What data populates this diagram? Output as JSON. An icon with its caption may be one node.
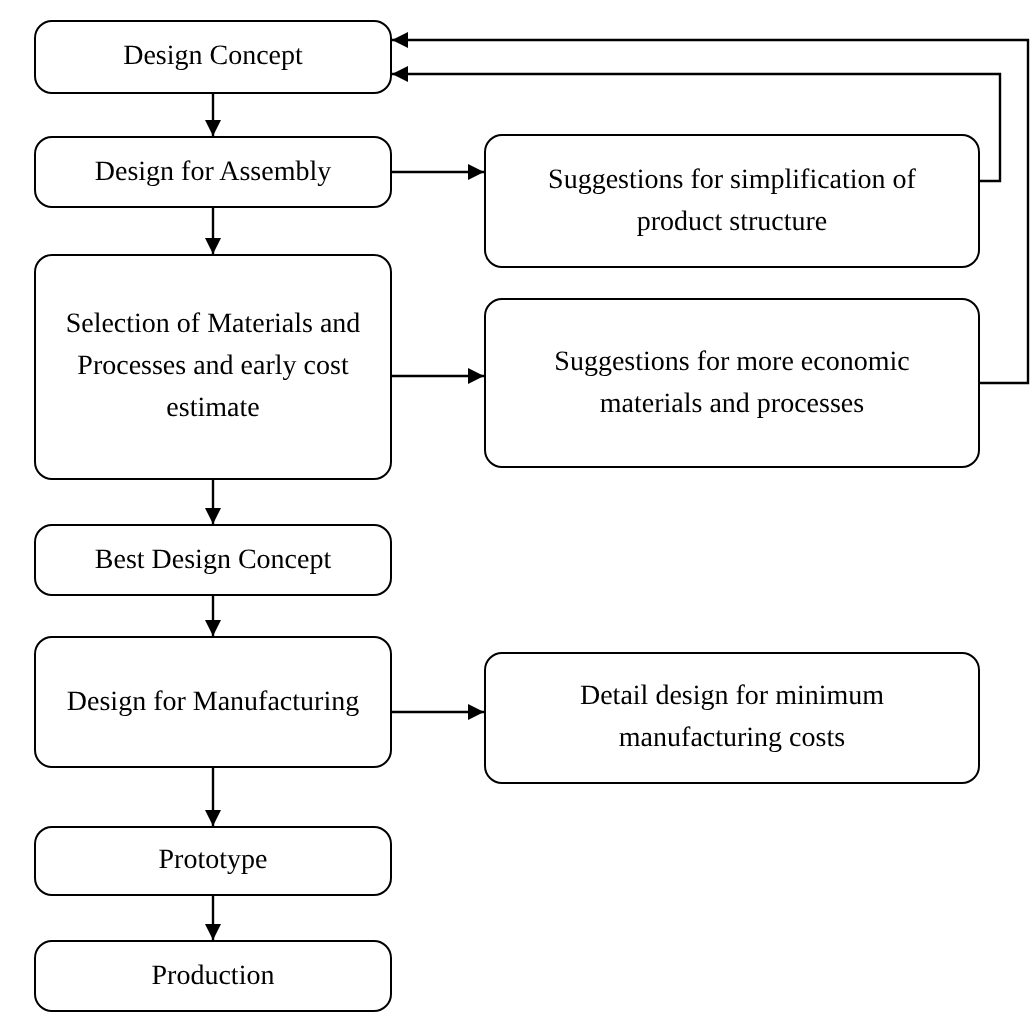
{
  "diagram": {
    "nodes": [
      {
        "text": [
          "Design Concept"
        ]
      },
      {
        "text": [
          "Design for Assembly"
        ]
      },
      {
        "text": [
          "Suggestions for simplification of product structure"
        ]
      },
      {
        "text": [
          "Selection of Materials and Processes and early cost estimate"
        ]
      },
      {
        "text": [
          "Suggestions for more economic materials and processes"
        ]
      },
      {
        "text": [
          "Best Design Concept"
        ]
      },
      {
        "text": [
          "Design for Manufacturing"
        ]
      },
      {
        "text": [
          "Detail design for minimum manufacturing costs"
        ]
      },
      {
        "text": [
          "Prototype"
        ]
      },
      {
        "text": [
          "Production"
        ]
      }
    ],
    "edges": [
      {
        "from": 0,
        "to": 1,
        "arrow": "to"
      },
      {
        "from": 1,
        "to": 2,
        "arrow": "to"
      },
      {
        "from": 1,
        "to": 3,
        "arrow": "to"
      },
      {
        "from": 3,
        "to": 4,
        "arrow": "to"
      },
      {
        "from": 3,
        "to": 5,
        "arrow": "to"
      },
      {
        "from": 5,
        "to": 6,
        "arrow": "to"
      },
      {
        "from": 6,
        "to": 7,
        "arrow": "to"
      },
      {
        "from": 6,
        "to": 8,
        "arrow": "to"
      },
      {
        "from": 8,
        "to": 9,
        "arrow": "to"
      },
      {
        "from": 2,
        "to": 0,
        "arrow": "to"
      },
      {
        "from": 4,
        "to": 0,
        "arrow": "to"
      }
    ]
  }
}
